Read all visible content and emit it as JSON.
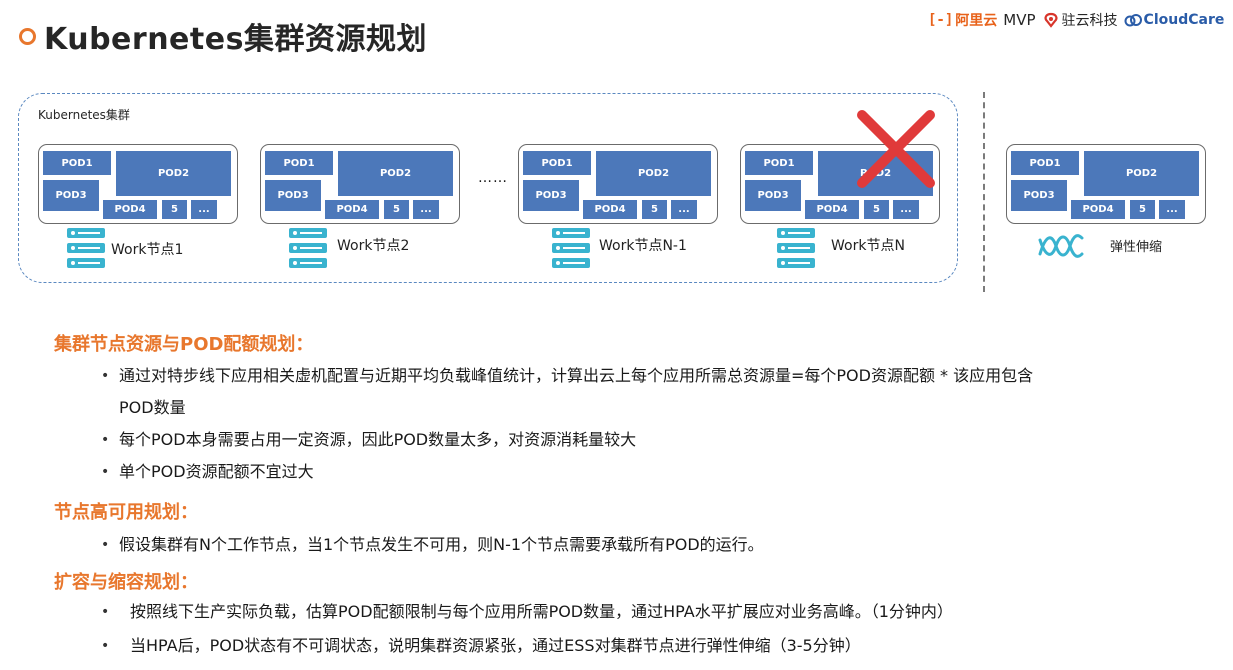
{
  "page": {
    "title": "Kubernetes集群资源规划"
  },
  "logos": {
    "aliyun_bracket": "[-]",
    "aliyun": "阿里云",
    "mvp": "MVP",
    "zhuyun": "驻云科技",
    "cloudcare": "CloudCare"
  },
  "diagram": {
    "cluster_label": "Kubernetes集群",
    "ellipsis": "……",
    "pods": {
      "p1": "POD1",
      "p2": "POD2",
      "p3": "POD3",
      "p4": "POD4",
      "p5": "5",
      "p6": "..."
    },
    "nodes": [
      {
        "label": "Work节点1"
      },
      {
        "label": "Work节点2"
      },
      {
        "label": "Work节点N-1"
      },
      {
        "label": "Work节点N"
      }
    ],
    "elastic_label": "弹性伸缩",
    "colors": {
      "pod": "#4c78ba",
      "server": "#39b3cf",
      "failure_x": "#e03a3a",
      "heading": "#e8772d"
    }
  },
  "sections": [
    {
      "heading": "集群节点资源与POD配额规划：",
      "items": [
        "通过对特步线下应用相关虚机配置与近期平均负载峰值统计，计算出云上每个应用所需总资源量=每个POD资源配额 * 该应用包含",
        "POD数量",
        "每个POD本身需要占用一定资源，因此POD数量太多，对资源消耗量较大",
        "单个POD资源配额不宜过大"
      ]
    },
    {
      "heading": "节点高可用规划：",
      "items": [
        "假设集群有N个工作节点，当1个节点发生不可用，则N-1个节点需要承载所有POD的运行。"
      ]
    },
    {
      "heading": "扩容与缩容规划：",
      "items": [
        "按照线下生产实际负载，估算POD配额限制与每个应用所需POD数量，通过HPA水平扩展应对业务高峰。（1分钟内）",
        "当HPA后，POD状态有不可调状态，说明集群资源紧张，通过ESS对集群节点进行弹性伸缩（3-5分钟）"
      ]
    }
  ],
  "bullet_char": "•"
}
